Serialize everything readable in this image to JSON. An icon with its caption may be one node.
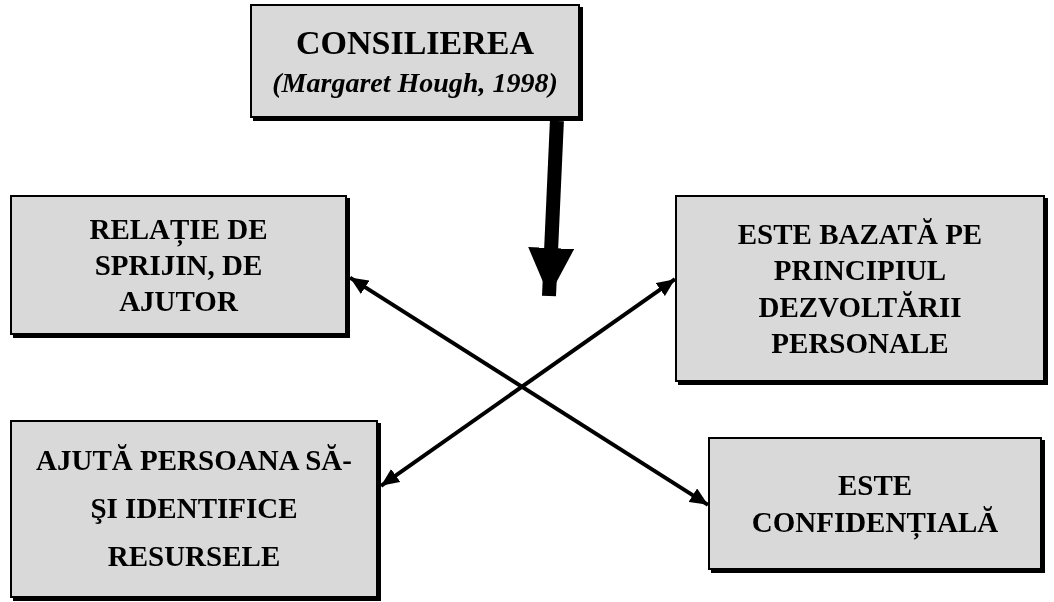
{
  "diagram": {
    "nodes": [
      {
        "text": [
          "CONSILIEREA",
          "(Margaret Hough, 1998)"
        ]
      },
      {
        "text": [
          "RELAȚIE DE SPRIJIN, DE AJUTOR"
        ]
      },
      {
        "text": [
          "ESTE BAZATĂ PE PRINCIPIUL DEZVOLTĂRII PERSONALE"
        ]
      },
      {
        "text": [
          "AJUTĂ PERSOANA SĂ-ŞI IDENTIFICE RESURSELE"
        ]
      },
      {
        "text": [
          "ESTE CONFIDENȚIALĂ"
        ]
      }
    ],
    "edges": [
      {
        "from": 0,
        "to": null,
        "arrow": "to",
        "style": "thick"
      },
      {
        "from": 1,
        "to": 4,
        "arrow": "both"
      },
      {
        "from": 2,
        "to": 3,
        "arrow": "both"
      }
    ]
  }
}
